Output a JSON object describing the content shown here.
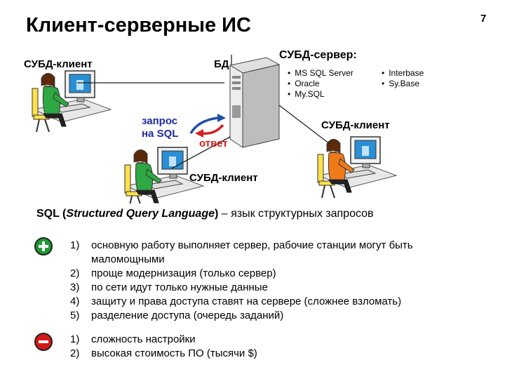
{
  "slide": {
    "title": "Клиент-серверные ИС",
    "page_number": "7"
  },
  "diagram": {
    "client_top_left_label": "СУБД-клиент",
    "db_label": "БД",
    "server_label": "СУБД-сервер:",
    "server_list_a": [
      "MS SQL Server",
      "Oracle",
      "My.SQL"
    ],
    "server_list_b": [
      "Interbase",
      "Sy.Base"
    ],
    "query_label_line1": "запрос",
    "query_label_line2": "на SQL",
    "answer_label": "ответ",
    "client_right_label": "СУБД-клиент",
    "client_bottom_label": "СУБД-клиент",
    "colors": {
      "arrow_blue": "#1f4fa8",
      "arrow_red": "#d42020"
    }
  },
  "sql": {
    "abbr": "SQL",
    "open_paren": " (",
    "expansion": "Structured Query Language",
    "close_paren": ")",
    "description": " – язык структурных запросов"
  },
  "advantages": {
    "icon": "plus-icon",
    "items": [
      {
        "num": "1)",
        "text": "основную работу выполняет сервер, рабочие станции могут быть"
      },
      {
        "num": "",
        "text": "маломощными"
      },
      {
        "num": "2)",
        "text": "проще модернизация (только сервер)"
      },
      {
        "num": "3)",
        "text": "по сети идут только нужные данные"
      },
      {
        "num": "4)",
        "text": "защиту и права доступа ставят на сервере (сложнее взломать)"
      },
      {
        "num": "5)",
        "text": "разделение доступа (очередь заданий)"
      }
    ]
  },
  "disadvantages": {
    "icon": "minus-icon",
    "items": [
      {
        "num": "1)",
        "text": "сложность настройки"
      },
      {
        "num": "2)",
        "text": "высокая стоимость ПО (тысячи $)"
      }
    ]
  }
}
